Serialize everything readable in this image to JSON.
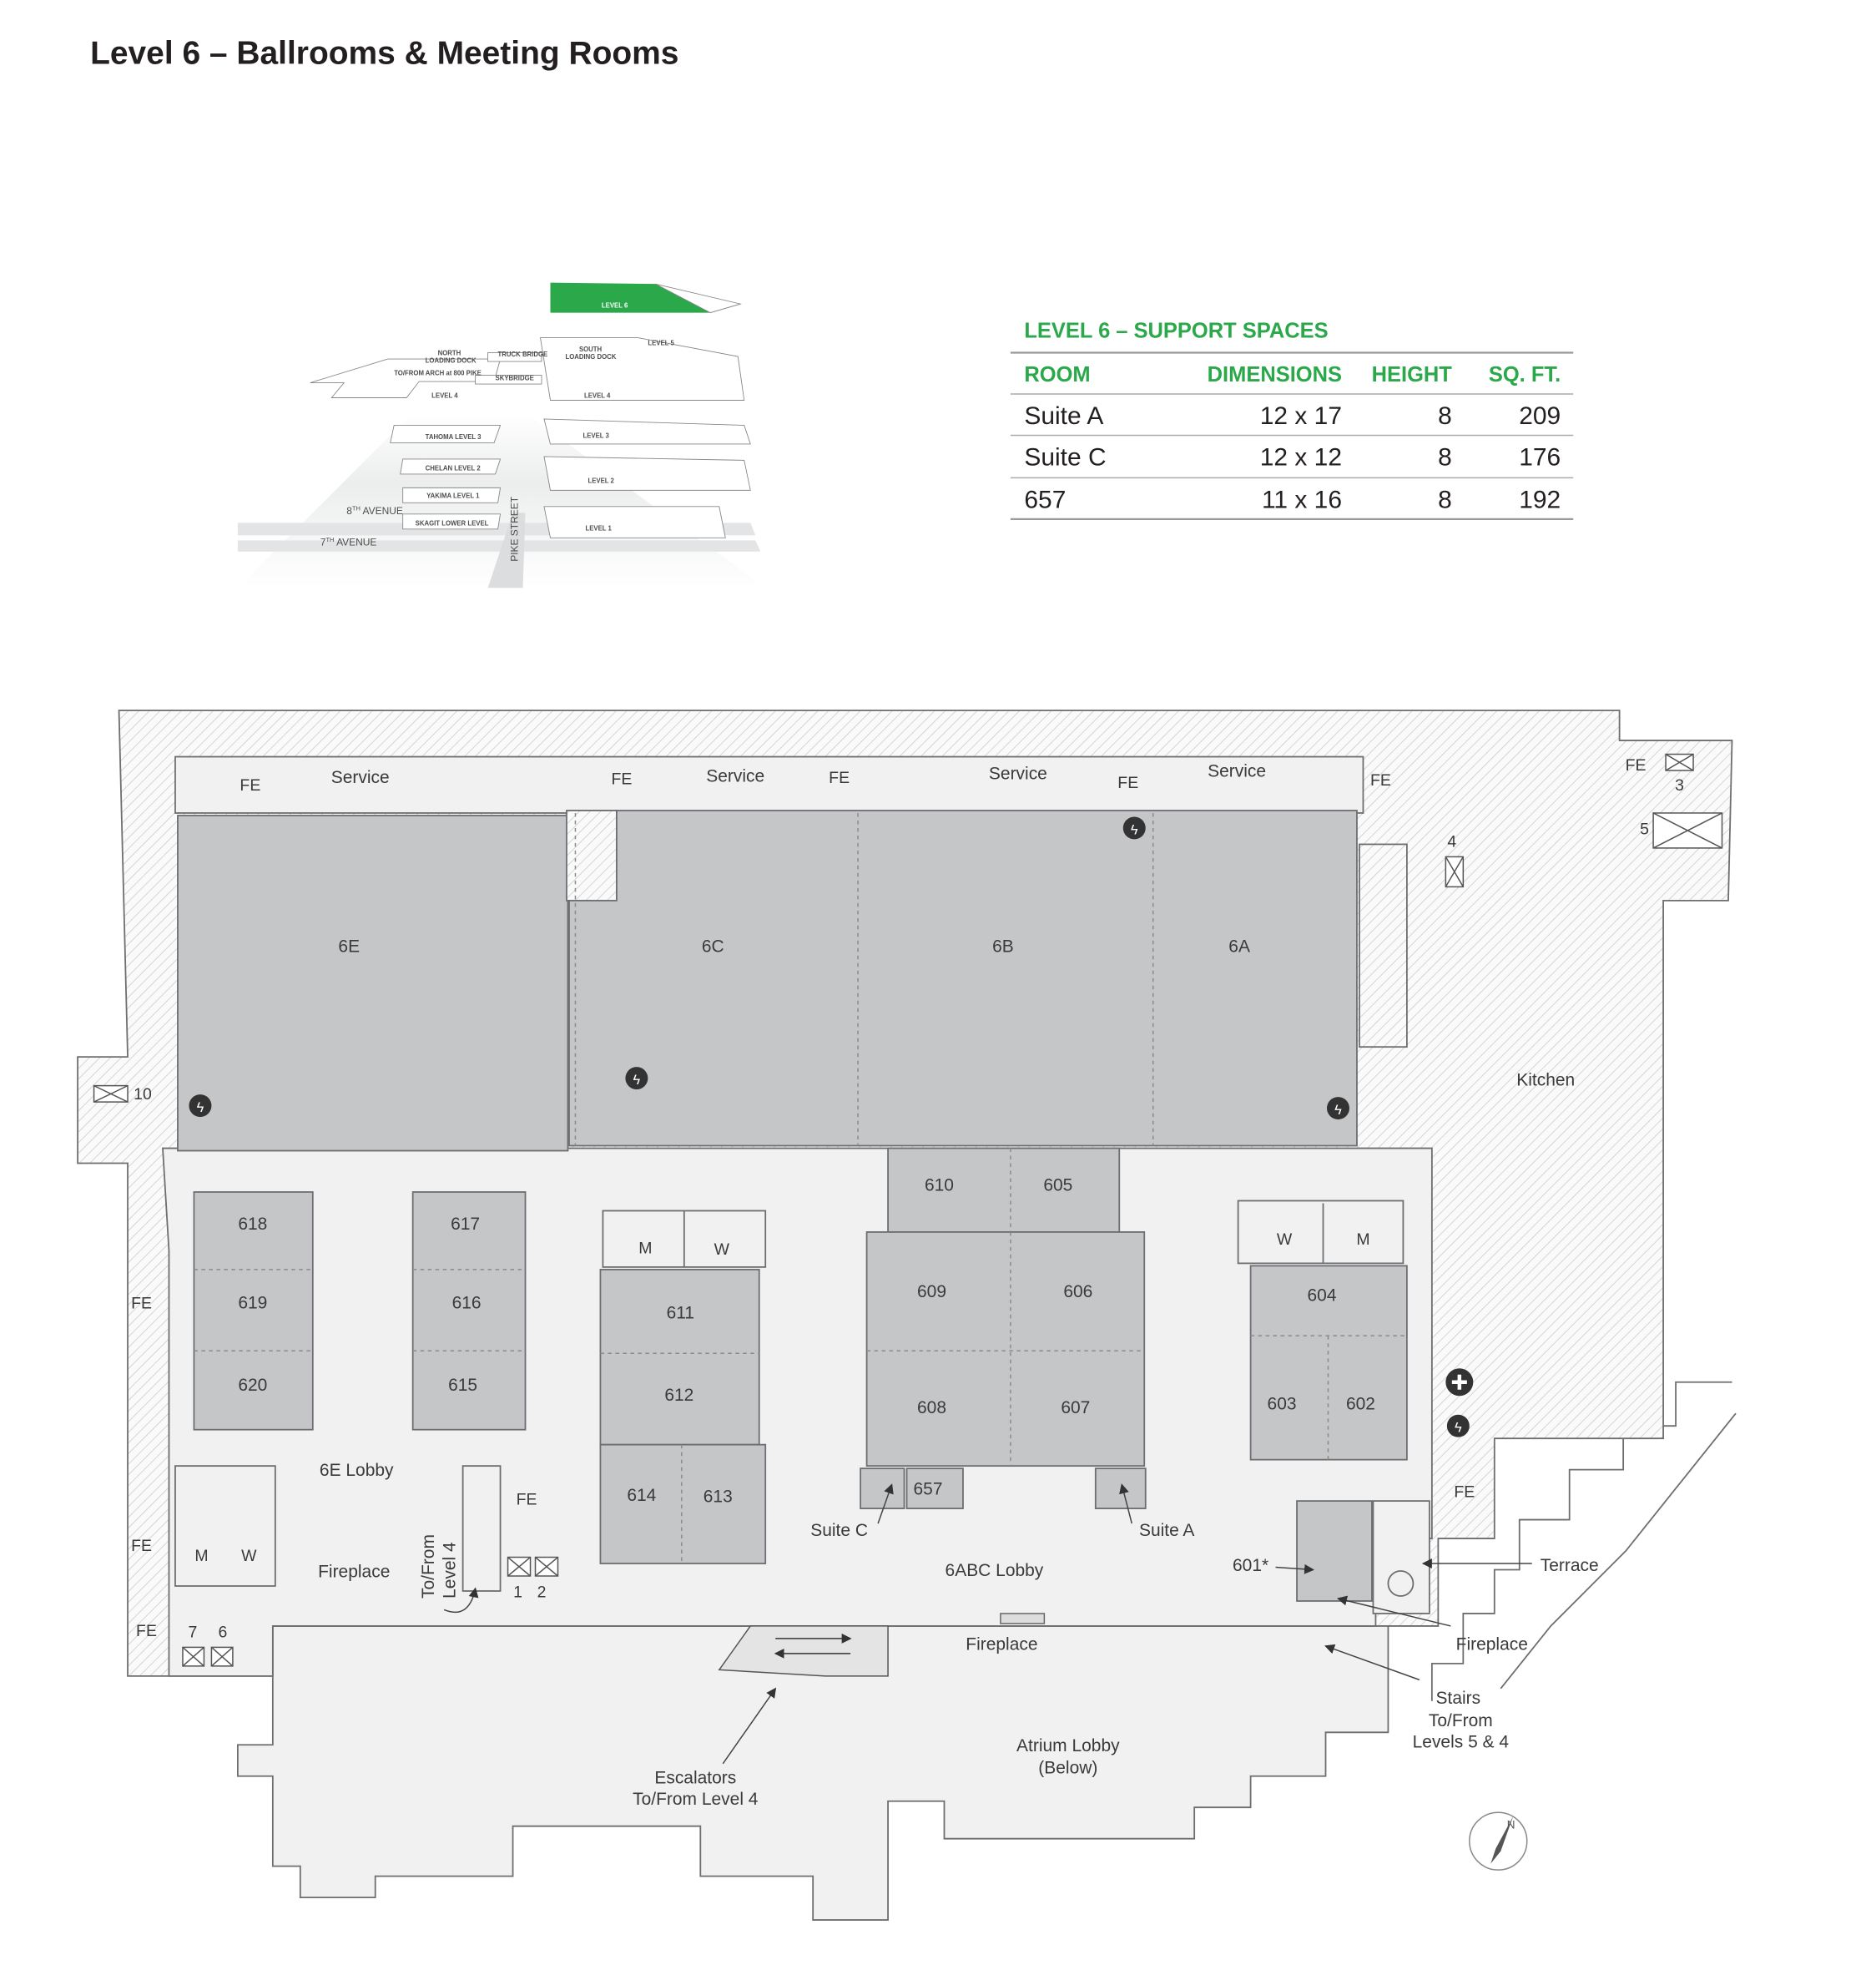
{
  "title": "Level 6 – Ballrooms & Meeting Rooms",
  "stack_diagram": {
    "level6": "LEVEL 6",
    "level5": "LEVEL 5",
    "north_dock_1": "NORTH",
    "north_dock_2": "LOADING DOCK",
    "truck_bridge": "TRUCK BRIDGE",
    "south_dock_1": "SOUTH",
    "south_dock_2": "LOADING DOCK",
    "arch": "TO/FROM ARCH at 800 PIKE",
    "skybridge": "SKYBRIDGE",
    "level4_left": "LEVEL 4",
    "level4_right": "LEVEL 4",
    "tahoma": "TAHOMA LEVEL 3",
    "level3": "LEVEL 3",
    "chelan": "CHELAN LEVEL 2",
    "level2": "LEVEL 2",
    "yakima": "YAKIMA LEVEL 1",
    "level1": "LEVEL 1",
    "skagit": "SKAGIT LOWER LEVEL",
    "eighth_num": "8",
    "eighth_sup": "TH",
    "eighth_ave": " AVENUE",
    "seventh_num": "7",
    "seventh_sup": "TH",
    "seventh_ave": " AVENUE",
    "pike": "PIKE STREET",
    "highlight_color": "#2aa84a"
  },
  "support_table": {
    "title": "LEVEL 6 – SUPPORT SPACES",
    "headers": [
      "ROOM",
      "DIMENSIONS",
      "HEIGHT",
      "SQ. FT."
    ],
    "rows": [
      [
        "Suite A",
        "12 x 17",
        "8",
        "209"
      ],
      [
        "Suite C",
        "12 x 12",
        "8",
        "176"
      ],
      [
        "657",
        "11 x 16",
        "8",
        "192"
      ]
    ]
  },
  "floor_plan": {
    "rooms": {
      "r6E": "6E",
      "r6C": "6C",
      "r6B": "6B",
      "r6A": "6A",
      "r618": "618",
      "r619": "619",
      "r620": "620",
      "r617": "617",
      "r616": "616",
      "r615": "615",
      "r611": "611",
      "r612": "612",
      "r614": "614",
      "r613": "613",
      "r610": "610",
      "r605": "605",
      "r609": "609",
      "r606": "606",
      "r608": "608",
      "r607": "607",
      "r604": "604",
      "r603": "603",
      "r602": "602",
      "r657": "657",
      "r601": "601*"
    },
    "labels": {
      "service": "Service",
      "fe": "FE",
      "kitchen": "Kitchen",
      "m": "M",
      "w": "W",
      "lobby_6e": "6E Lobby",
      "fireplace": "Fireplace",
      "to_from": "To/From",
      "level4": "Level 4",
      "suite_c": "Suite C",
      "suite_a": "Suite A",
      "lobby_6abc": "6ABC Lobby",
      "terrace": "Terrace",
      "stairs_1": "Stairs",
      "stairs_2": "To/From",
      "stairs_3": "Levels 5 & 4",
      "atrium_1": "Atrium Lobby",
      "atrium_2": "(Below)",
      "esc_1": "Escalators",
      "esc_2": "To/From Level 4",
      "n1": "1",
      "n2": "2",
      "n3": "3",
      "n4": "4",
      "n5": "5",
      "n6": "6",
      "n7": "7",
      "n10": "10"
    },
    "colors": {
      "room": "#c5c6c8",
      "lobby": "#f1f1f1",
      "line": "#6d6e71"
    }
  }
}
